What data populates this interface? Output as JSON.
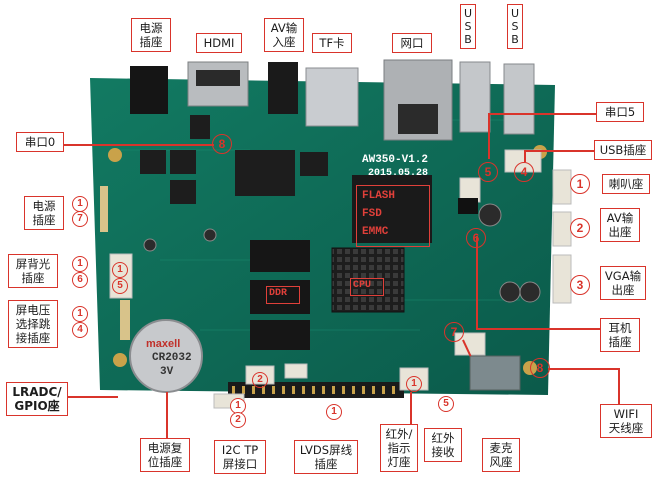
{
  "board": {
    "model": "AW350-V1.2",
    "date": "2015.05.28",
    "chip_labels": {
      "flash": "FLASH",
      "fsd": "FSD",
      "emmc": "EMMC",
      "ddr": "DDR",
      "cpu": "CPU"
    },
    "battery": "CR2032",
    "battery_volt": "3V",
    "battery_brand": "maxell"
  },
  "labels": {
    "power_top": "电源\n插座",
    "hdmi": "HDMI",
    "av_in": "AV输\n入座",
    "tf_card": "TF卡",
    "network": "网口",
    "usb1": "U\nS\nB",
    "usb2": "U\nS\nB",
    "serial5": "串口5",
    "usb_socket": "USB插座",
    "serial0": "串口0",
    "power_left": "电源\n插座",
    "backlight": "屏背光\n插座",
    "voltage_jumper": "屏电压\n选择跳\n接插座",
    "lradc": "LRADC/\nGPIO座",
    "power_reset": "电源复\n位插座",
    "i2c_tp": "I2C TP\n屏接口",
    "lvds": "LVDS屏线\n插座",
    "ir_led": "红外/\n指示\n灯座",
    "ir_recv": "红外\n接收",
    "mic": "麦克\n风座",
    "speaker": "喇叭座",
    "av_out": "AV输\n出座",
    "vga_out": "VGA输\n出座",
    "earphone": "耳机\n插座",
    "wifi_antenna": "WIFI\n天线座"
  },
  "markers": {
    "m1_top": "1",
    "m2_top": "2",
    "m3_top": "3",
    "m4_top": "4",
    "m5_top": "5",
    "m6_top": "6",
    "m7_top": "7",
    "m8_top": "8",
    "left_1_top": "1",
    "left_1_mid": "1",
    "left_1_bot": "1",
    "left_7": "7",
    "left_6": "6",
    "left_4": "4",
    "bottom_2": "2",
    "bottom_1_i2c": "1",
    "bottom_1_lvds": "1",
    "small_5": "5",
    "small_2": "2",
    "small_1_bot": "1"
  },
  "colors": {
    "accent": "#d9342b",
    "pcb": "#0f6b57",
    "pcb_dark": "#0a4f41"
  }
}
